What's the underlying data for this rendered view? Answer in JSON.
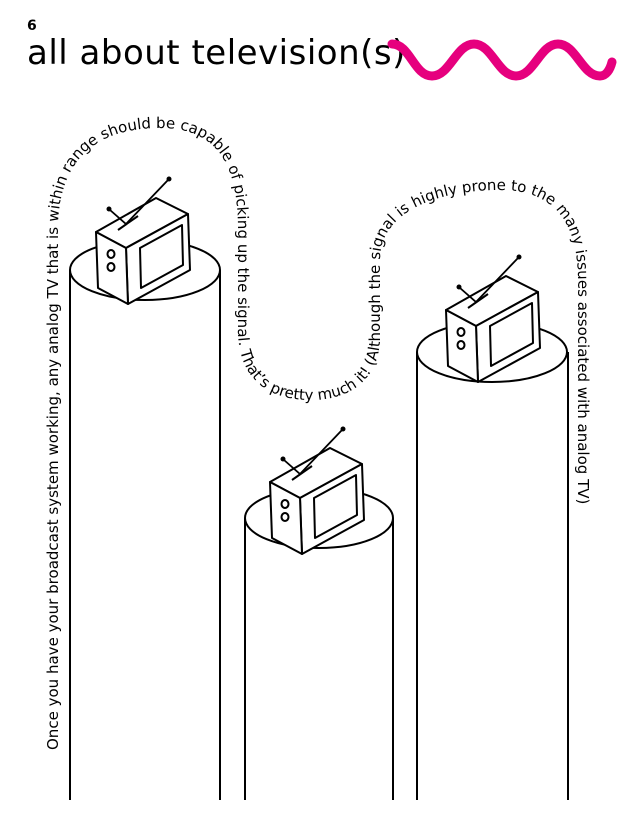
{
  "page": {
    "number": "6",
    "title": "all about television(s)"
  },
  "body_text": "Once you have your broadcast system working, any analog TV that is within range should be capable of picking up the signal. That’s pretty much it! (Although the signal is highly prone to the many issues associated with analog TV)",
  "colors": {
    "accent": "#e6007e",
    "ink": "#000000",
    "paper": "#ffffff"
  },
  "icons": [
    "wave-decoration",
    "television-icon",
    "antenna-icon",
    "pedestal-cylinder"
  ]
}
